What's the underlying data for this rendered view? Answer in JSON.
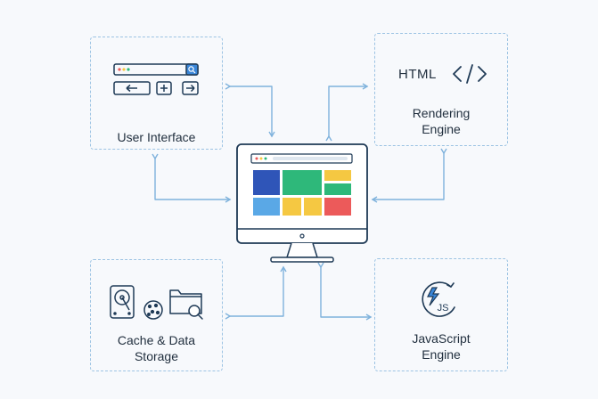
{
  "components": {
    "user_interface": {
      "label": "User Interface"
    },
    "rendering_engine": {
      "label": "Rendering\nEngine",
      "html_text": "HTML"
    },
    "cache_storage": {
      "label": "Cache & Data\nStorage"
    },
    "javascript_engine": {
      "label": "JavaScript\nEngine",
      "js_badge": "JS"
    }
  },
  "colors": {
    "border": "#9cc3e3",
    "arrow": "#7fb2dc",
    "icon_stroke": "#1f3a56",
    "accent_blue": "#3a86d8",
    "tile_dark_blue": "#2f55b8",
    "tile_green": "#2eb87a",
    "tile_yellow": "#f5c842",
    "tile_light_blue": "#5aa8e6",
    "tile_red": "#ec5a5a"
  }
}
